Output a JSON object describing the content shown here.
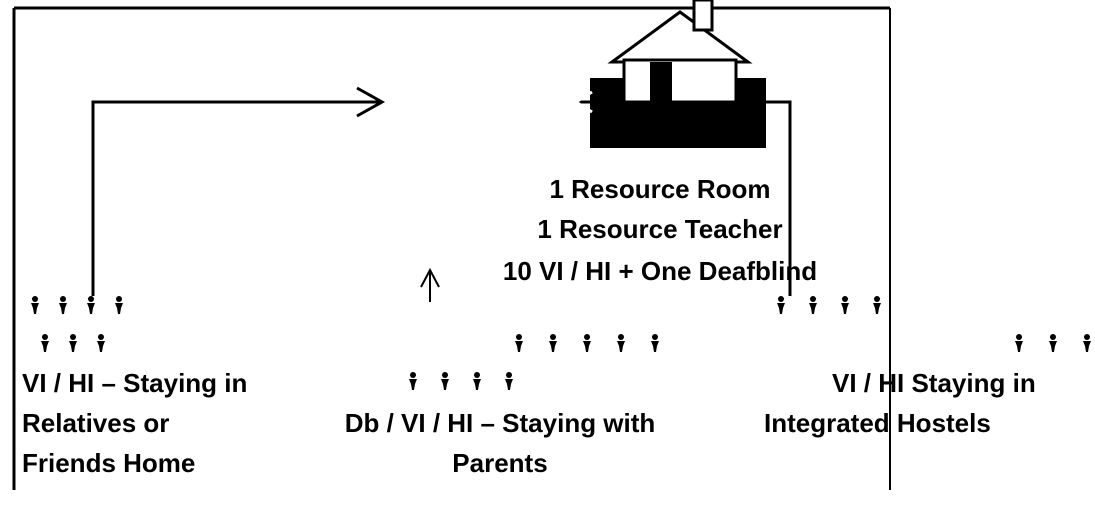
{
  "center_text": {
    "line1": "1 Resource Room",
    "line2": "1 Resource Teacher",
    "line3": "10 VI / HI + One Deafblind"
  },
  "left_group": {
    "line1": "VI / HI – Staying in",
    "line2": "Relatives or",
    "line3": "Friends Home"
  },
  "middle_group": {
    "line1": "Db / VI / HI – Staying with",
    "line2": "Parents"
  },
  "right_group": {
    "line1": "VI / HI Staying in",
    "line2": "Integrated Hostels"
  },
  "icons": {
    "building": "school-house-icon",
    "person": "person-icon"
  }
}
